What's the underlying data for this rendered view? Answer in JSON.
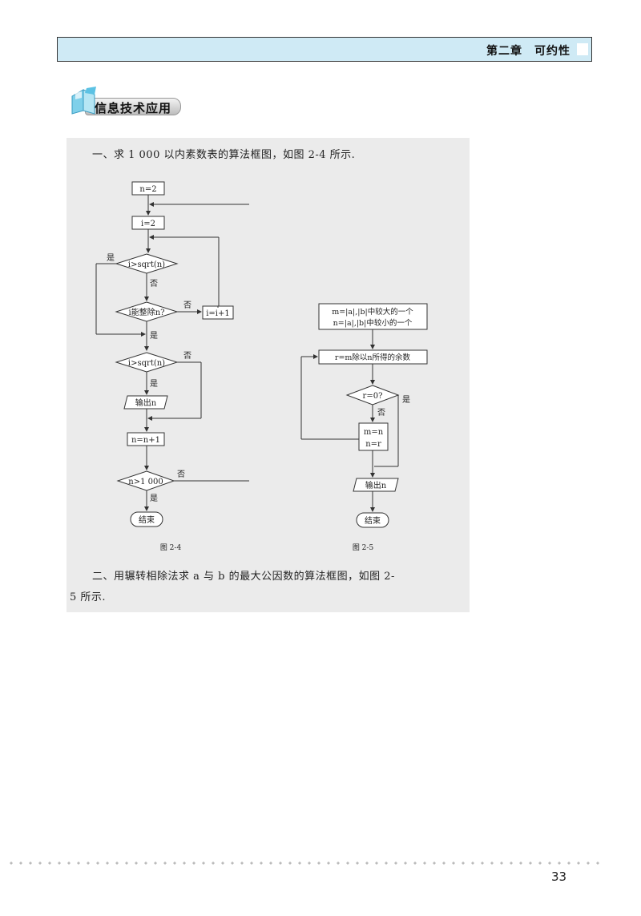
{
  "header": {
    "chapter": "第二章　可约性"
  },
  "section_banner": {
    "title": "信息技术应用"
  },
  "intro1": "一、求 1 000 以内素数表的算法框图，如图 2-4 所示.",
  "intro2_line1": "二、用辗转相除法求 a 与 b 的最大公因数的算法框图，如图 2-",
  "intro2_line2": "5 所示.",
  "fig24": {
    "caption": "图 2-4",
    "n_init": "n=2",
    "i_init": "i=2",
    "cond1": "i>sqrt(n)",
    "cond2": "i能整除n?",
    "inc_i": "i=i+1",
    "cond3": "i>sqrt(n)",
    "output": "输出n",
    "inc_n": "n=n+1",
    "cond4": "n>1 000",
    "end": "结束",
    "yes": "是",
    "no": "否"
  },
  "fig25": {
    "caption": "图 2-5",
    "init_line1": "m=|a|,|b|中较大的一个",
    "init_line2": "n=|a|,|b|中较小的一个",
    "remainder": "r=m除以n所得的余数",
    "cond": "r=0?",
    "swap_line1": "m=n",
    "swap_line2": "n=r",
    "output": "输出n",
    "end": "结束",
    "yes": "是",
    "no": "否"
  },
  "page_number": "33"
}
